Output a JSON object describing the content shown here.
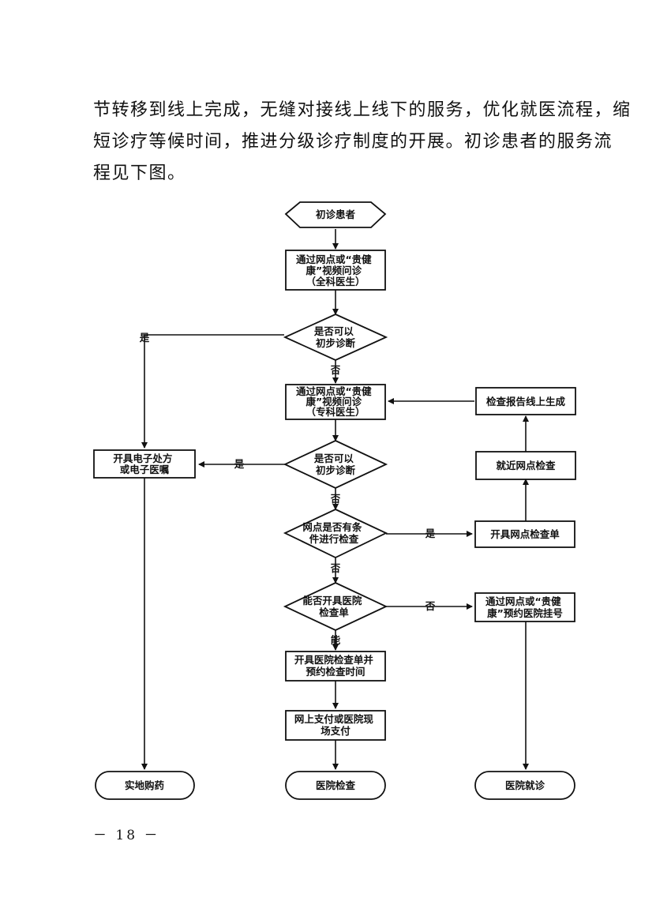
{
  "paragraph": {
    "lines": [
      "节转移到线上完成，无缝对接线上线下的服务，优化就医流程，缩",
      "短诊疗等候时间，推进分级诊疗制度的开展。初诊患者的服务流",
      "程见下图。"
    ]
  },
  "flow": {
    "nodes": {
      "start": [
        "初诊患者"
      ],
      "video_general": [
        "通过网点或“贵健",
        "康”视频问诊",
        "（全科医生）"
      ],
      "decision1": [
        "是否可以",
        "初步诊断"
      ],
      "video_specialist": [
        "通过网点或“贵健",
        "康”视频问诊",
        "（专科医生）"
      ],
      "report_online": [
        "检查报告线上生成"
      ],
      "prescription": [
        "开具电子处方",
        "或电子医嘱"
      ],
      "decision2": [
        "是否可以",
        "初步诊断"
      ],
      "nearby_exam": [
        "就近网点检查"
      ],
      "decision3": [
        "网点是否有条",
        "件进行检查"
      ],
      "network_exam_order": [
        "开具网点检查单"
      ],
      "decision4": [
        "能否开具医院",
        "检查单"
      ],
      "hospital_register": [
        "通过网点或“贵健",
        "康”预约医院挂号"
      ],
      "hospital_order": [
        "开具医院检查单并",
        "预约检查时间"
      ],
      "payment": [
        "网上支付或医院现",
        "场支付"
      ],
      "buy_medicine": [
        "实地购药"
      ],
      "hospital_exam": [
        "医院检查"
      ],
      "hospital_visit": [
        "医院就诊"
      ]
    },
    "labels": {
      "yes1": "是",
      "no1": "否",
      "yes2": "是",
      "no2": "否",
      "yes3": "是",
      "no3": "否",
      "no4": "否",
      "can4": "能"
    }
  },
  "page_number": "－ 18 －"
}
